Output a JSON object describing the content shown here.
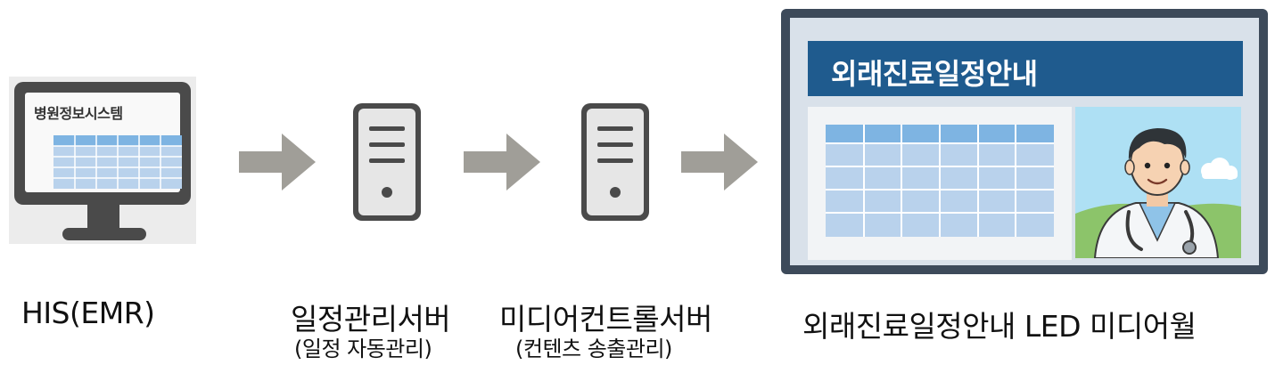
{
  "his": {
    "screen_title": "병원정보시스템",
    "label": "HIS(EMR)"
  },
  "schedule_server": {
    "label": "일정관리서버",
    "sublabel": "(일정 자동관리)"
  },
  "media_server": {
    "label": "미디어컨트롤서버",
    "sublabel": "(컨텐츠 송출관리)"
  },
  "led_wall": {
    "screen_title": "외래진료일정안내",
    "label": "외래진료일정안내 LED 미디어월"
  },
  "icons": [
    "monitor-icon",
    "arrow-right-icon",
    "server-icon",
    "doctor-icon"
  ],
  "colors": {
    "arrow": "#a09e98",
    "device_dark": "#4a4a4a",
    "led_header": "#1f5b8e",
    "table_header": "#7eb4e2",
    "table_cell": "#b9d2ec"
  }
}
